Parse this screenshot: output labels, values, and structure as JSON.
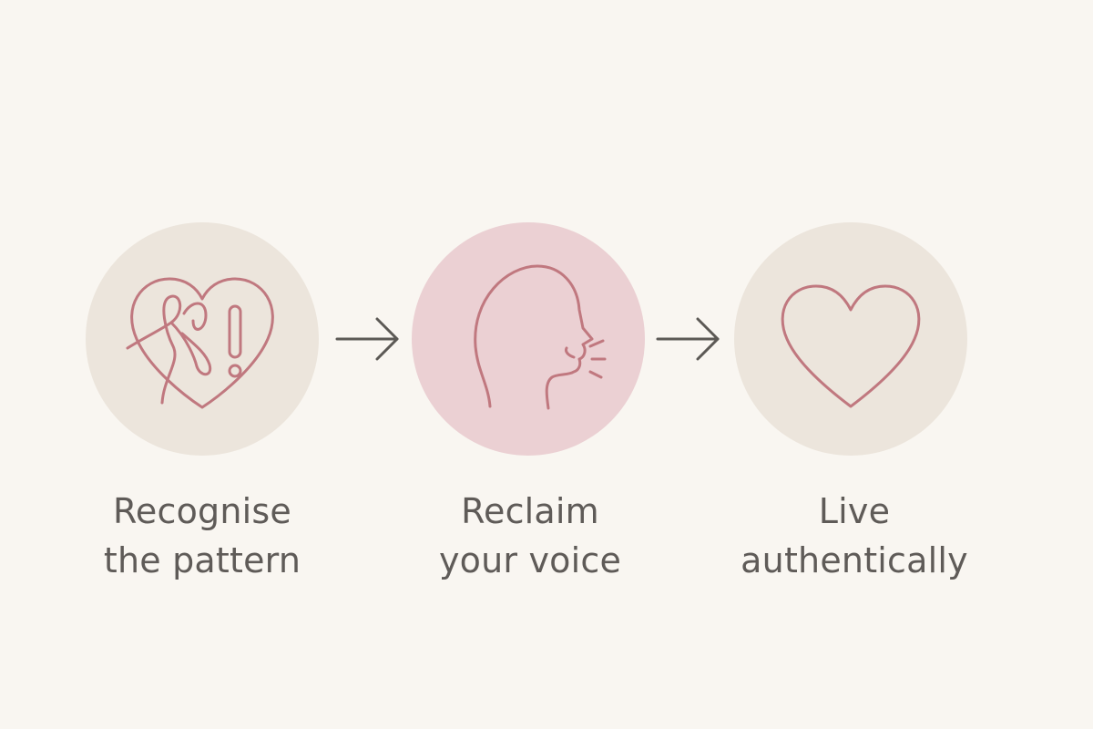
{
  "colors": {
    "background": "#f9f6f1",
    "neutral_circle": "#ece5dc",
    "highlight_circle": "#ebd0d3",
    "icon_stroke": "#c0787f",
    "arrow": "#5c5955",
    "text": "#5f5b58"
  },
  "steps": [
    {
      "icon": "tangled-heart-exclamation-icon",
      "label_line1": "Recognise",
      "label_line2": "the pattern"
    },
    {
      "icon": "speaking-head-icon",
      "label_line1": "Reclaim",
      "label_line2": "your voice"
    },
    {
      "icon": "heart-icon",
      "label_line1": "Live",
      "label_line2": "authentically"
    }
  ],
  "connectors": [
    "right-arrow-icon",
    "right-arrow-icon"
  ]
}
